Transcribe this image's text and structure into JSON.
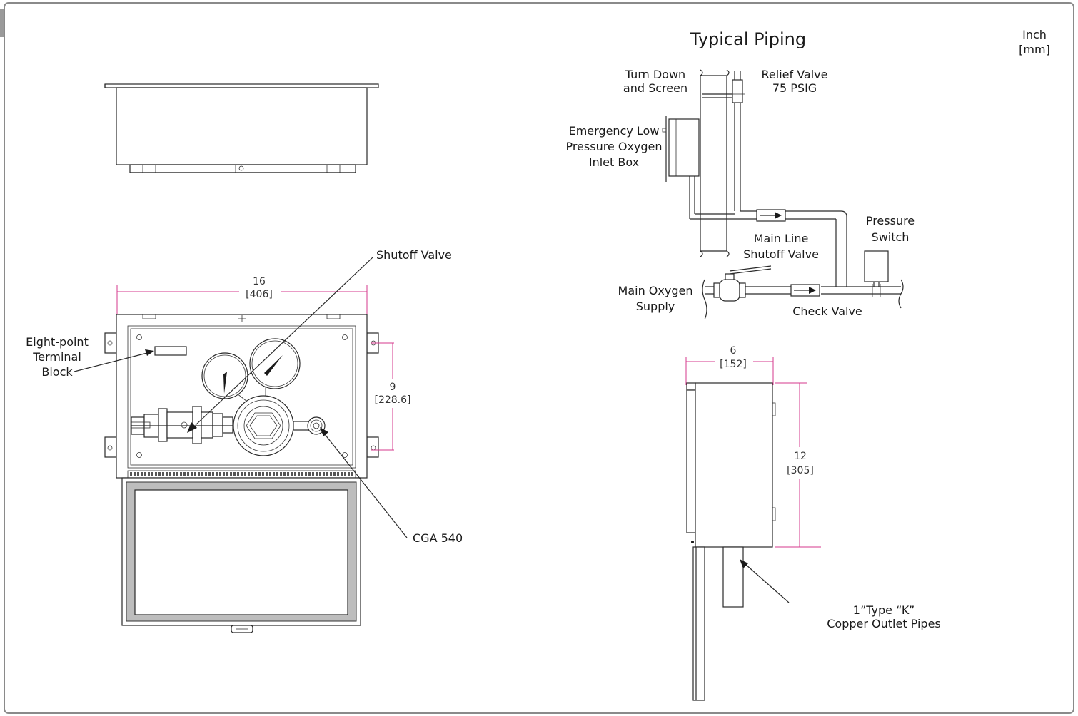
{
  "page": {
    "title": "Typical Piping",
    "units_line1": "Inch",
    "units_line2": "[mm]"
  },
  "front_view": {
    "width_dim": "16",
    "width_dim_mm": "[406]",
    "height_dim": "9",
    "height_dim_mm": "[228.6]",
    "label_shutoff": "Shutoff Valve",
    "label_terminal_1": "Eight-point",
    "label_terminal_2": "Terminal",
    "label_terminal_3": "Block",
    "label_cga": "CGA 540"
  },
  "piping": {
    "turn_down_1": "Turn Down",
    "turn_down_2": "and Screen",
    "relief_1": "Relief Valve",
    "relief_2": "75 PSIG",
    "emergency_1": "Emergency Low",
    "emergency_2": "Pressure Oxygen",
    "emergency_3": "Inlet Box",
    "pressure_1": "Pressure",
    "pressure_2": "Switch",
    "mainline_1": "Main Line",
    "mainline_2": "Shutoff Valve",
    "supply_1": "Main Oxygen",
    "supply_2": "Supply",
    "check": "Check Valve"
  },
  "side_view": {
    "depth_dim": "6",
    "depth_dim_mm": "[152]",
    "height_dim": "12",
    "height_dim_mm": "[305]",
    "copper_1": "1”Type “K”",
    "copper_2": "Copper Outlet Pipes"
  }
}
